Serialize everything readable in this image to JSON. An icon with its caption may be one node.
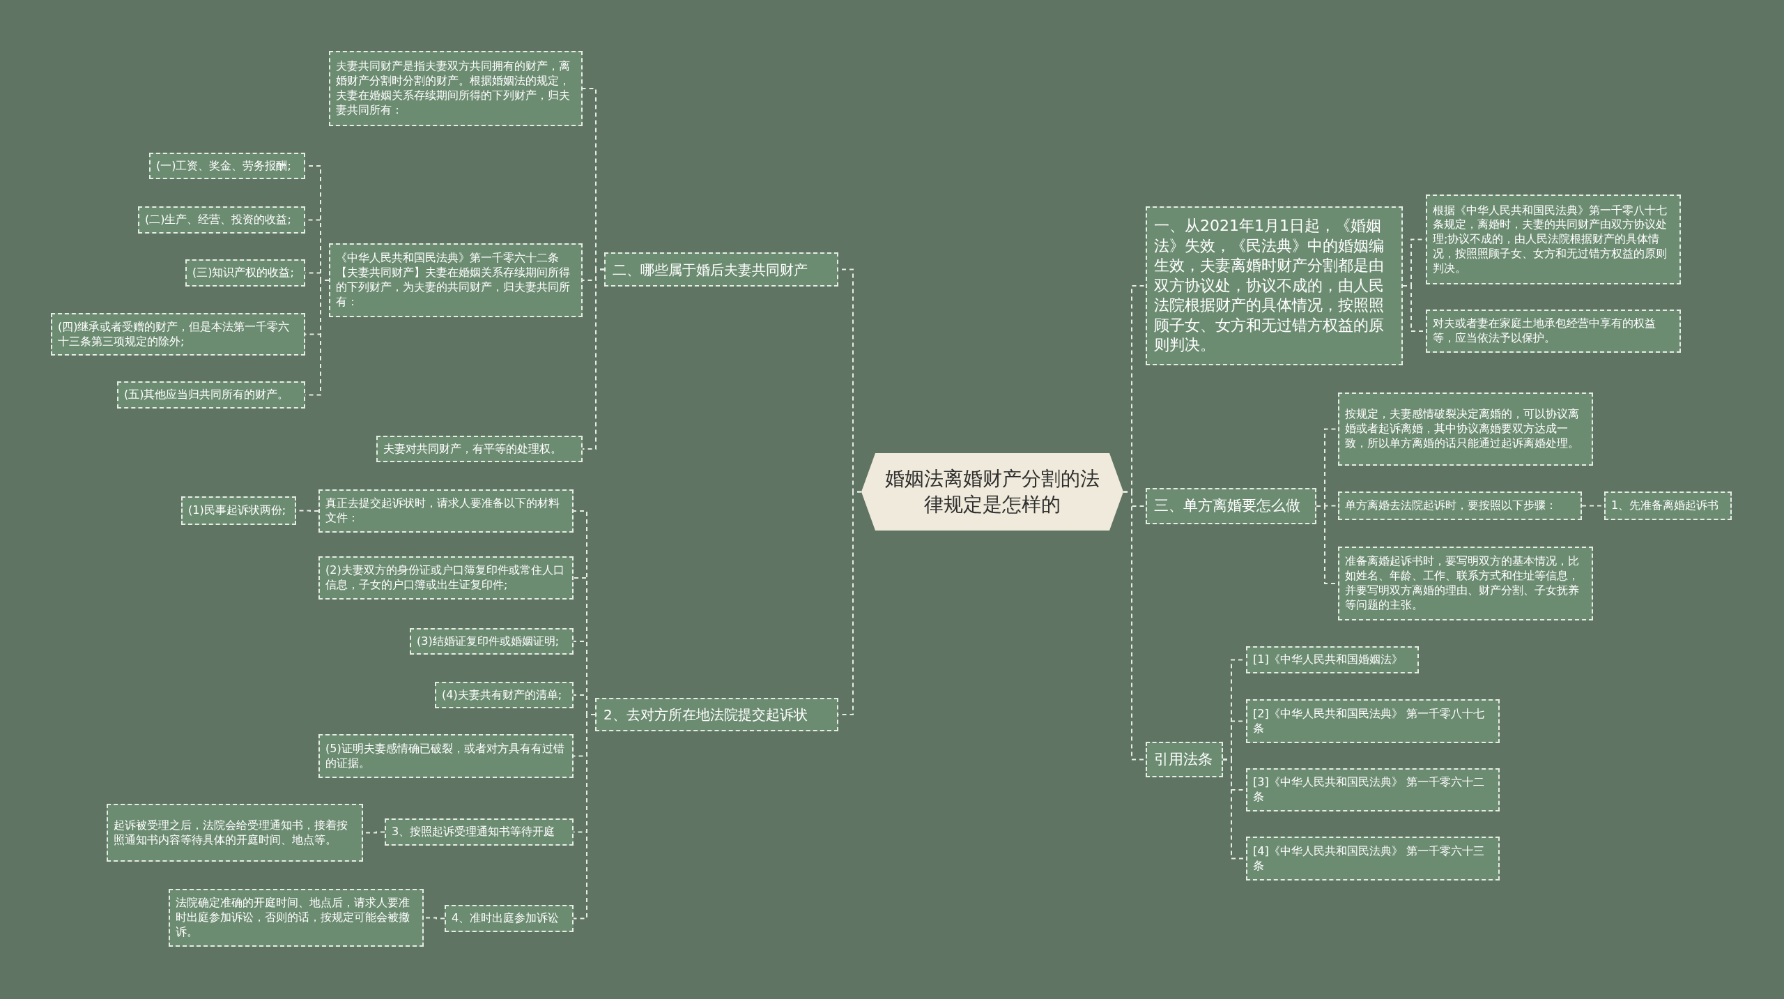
{
  "diagram": {
    "nodes": [
      {
        "text": [
          "婚姻法离婚财产分割的法律规定是怎样的"
        ]
      },
      {
        "text": [
          "二、哪些属于婚后夫妻共同财产"
        ]
      },
      {
        "text": [
          "夫妻共同财产是指夫妻双方共同拥有的财产，离婚财产分割时分割的财产。根据婚姻法的规定，夫妻在婚姻关系存续期间所得的下列财产，归夫妻共同所有："
        ]
      },
      {
        "text": [
          "《中华人民共和国民法典》第一千零六十二条【夫妻共同财产】夫妻在婚姻关系存续期间所得的下列财产，为夫妻的共同财产，归夫妻共同所有："
        ]
      },
      {
        "text": [
          "(一)工资、奖金、劳务报酬;"
        ]
      },
      {
        "text": [
          "(二)生产、经营、投资的收益;"
        ]
      },
      {
        "text": [
          "(三)知识产权的收益;"
        ]
      },
      {
        "text": [
          "(四)继承或者受赠的财产，但是本法第一千零六十三条第三项规定的除外;"
        ]
      },
      {
        "text": [
          "(五)其他应当归共同所有的财产。"
        ]
      },
      {
        "text": [
          "夫妻对共同财产，有平等的处理权。"
        ]
      },
      {
        "text": [
          "2、去对方所在地法院提交起诉状"
        ]
      },
      {
        "text": [
          "真正去提交起诉状时，请求人要准备以下的材料文件："
        ]
      },
      {
        "text": [
          "(1)民事起诉状两份;"
        ]
      },
      {
        "text": [
          "(2)夫妻双方的身份证或户口簿复印件或常住人口信息，子女的户口簿或出生证复印件;"
        ]
      },
      {
        "text": [
          "(3)结婚证复印件或婚姻证明;"
        ]
      },
      {
        "text": [
          "(4)夫妻共有财产的清单;"
        ]
      },
      {
        "text": [
          "(5)证明夫妻感情确已破裂，或者对方具有有过错的证据。"
        ]
      },
      {
        "text": [
          "3、按照起诉受理通知书等待开庭"
        ]
      },
      {
        "text": [
          "起诉被受理之后，法院会给受理通知书，接着按照通知书内容等待具体的开庭时间、地点等。"
        ]
      },
      {
        "text": [
          "4、准时出庭参加诉讼"
        ]
      },
      {
        "text": [
          "法院确定准确的开庭时间、地点后，请求人要准时出庭参加诉讼，否则的话，按规定可能会被撤诉。"
        ]
      },
      {
        "text": [
          "一、从2021年1月1日起，《婚姻法》失效，《民法典》中的婚姻编生效，夫妻离婚时财产分割都是由双方协议处，协议不成的，由人民法院根据财产的具体情况，按照照顾子女、女方和无过错方权益的原则判决。"
        ]
      },
      {
        "text": [
          "根据《中华人民共和国民法典》第一千零八十七条规定，离婚时，夫妻的共同财产由双方协议处理;协议不成的，由人民法院根据财产的具体情况，按照照顾子女、女方和无过错方权益的原则判决。"
        ]
      },
      {
        "text": [
          "对夫或者妻在家庭土地承包经营中享有的权益等，应当依法予以保护。"
        ]
      },
      {
        "text": [
          "三、单方离婚要怎么做"
        ]
      },
      {
        "text": [
          "按规定，夫妻感情破裂决定离婚的，可以协议离婚或者起诉离婚，其中协议离婚要双方达成一致，所以单方离婚的话只能通过起诉离婚处理。"
        ]
      },
      {
        "text": [
          "单方离婚去法院起诉时，要按照以下步骤："
        ]
      },
      {
        "text": [
          "1、先准备离婚起诉书"
        ]
      },
      {
        "text": [
          "准备离婚起诉书时，要写明双方的基本情况，比如姓名、年龄、工作、联系方式和住址等信息，并要写明双方离婚的理由、财产分割、子女抚养等问题的主张。"
        ]
      },
      {
        "text": [
          "引用法条"
        ]
      },
      {
        "text": [
          "[1]《中华人民共和国婚姻法》"
        ]
      },
      {
        "text": [
          "[2]《中华人民共和国民法典》 第一千零八十七条"
        ]
      },
      {
        "text": [
          "[3]《中华人民共和国民法典》 第一千零六十二条"
        ]
      },
      {
        "text": [
          "[4]《中华人民共和国民法典》 第一千零六十三条"
        ]
      }
    ],
    "edges": [
      {
        "from": 0,
        "to": 1,
        "arrow": "none"
      },
      {
        "from": 0,
        "to": 10,
        "arrow": "none"
      },
      {
        "from": 0,
        "to": 21,
        "arrow": "none"
      },
      {
        "from": 0,
        "to": 24,
        "arrow": "none"
      },
      {
        "from": 0,
        "to": 29,
        "arrow": "none"
      },
      {
        "from": 1,
        "to": 2,
        "arrow": "none"
      },
      {
        "from": 1,
        "to": 3,
        "arrow": "none"
      },
      {
        "from": 1,
        "to": 9,
        "arrow": "none"
      },
      {
        "from": 3,
        "to": 4,
        "arrow": "none"
      },
      {
        "from": 3,
        "to": 5,
        "arrow": "none"
      },
      {
        "from": 3,
        "to": 6,
        "arrow": "none"
      },
      {
        "from": 3,
        "to": 7,
        "arrow": "none"
      },
      {
        "from": 3,
        "to": 8,
        "arrow": "none"
      },
      {
        "from": 10,
        "to": 11,
        "arrow": "none"
      },
      {
        "from": 10,
        "to": 13,
        "arrow": "none"
      },
      {
        "from": 10,
        "to": 14,
        "arrow": "none"
      },
      {
        "from": 10,
        "to": 15,
        "arrow": "none"
      },
      {
        "from": 10,
        "to": 16,
        "arrow": "none"
      },
      {
        "from": 10,
        "to": 17,
        "arrow": "none"
      },
      {
        "from": 10,
        "to": 19,
        "arrow": "none"
      },
      {
        "from": 11,
        "to": 12,
        "arrow": "none"
      },
      {
        "from": 17,
        "to": 18,
        "arrow": "none"
      },
      {
        "from": 19,
        "to": 20,
        "arrow": "none"
      },
      {
        "from": 21,
        "to": 22,
        "arrow": "none"
      },
      {
        "from": 21,
        "to": 23,
        "arrow": "none"
      },
      {
        "from": 24,
        "to": 25,
        "arrow": "none"
      },
      {
        "from": 24,
        "to": 26,
        "arrow": "none"
      },
      {
        "from": 24,
        "to": 28,
        "arrow": "none"
      },
      {
        "from": 26,
        "to": 27,
        "arrow": "none"
      },
      {
        "from": 29,
        "to": 30,
        "arrow": "none"
      },
      {
        "from": 29,
        "to": 31,
        "arrow": "none"
      },
      {
        "from": 29,
        "to": 32,
        "arrow": "none"
      },
      {
        "from": 29,
        "to": 33,
        "arrow": "none"
      }
    ]
  }
}
